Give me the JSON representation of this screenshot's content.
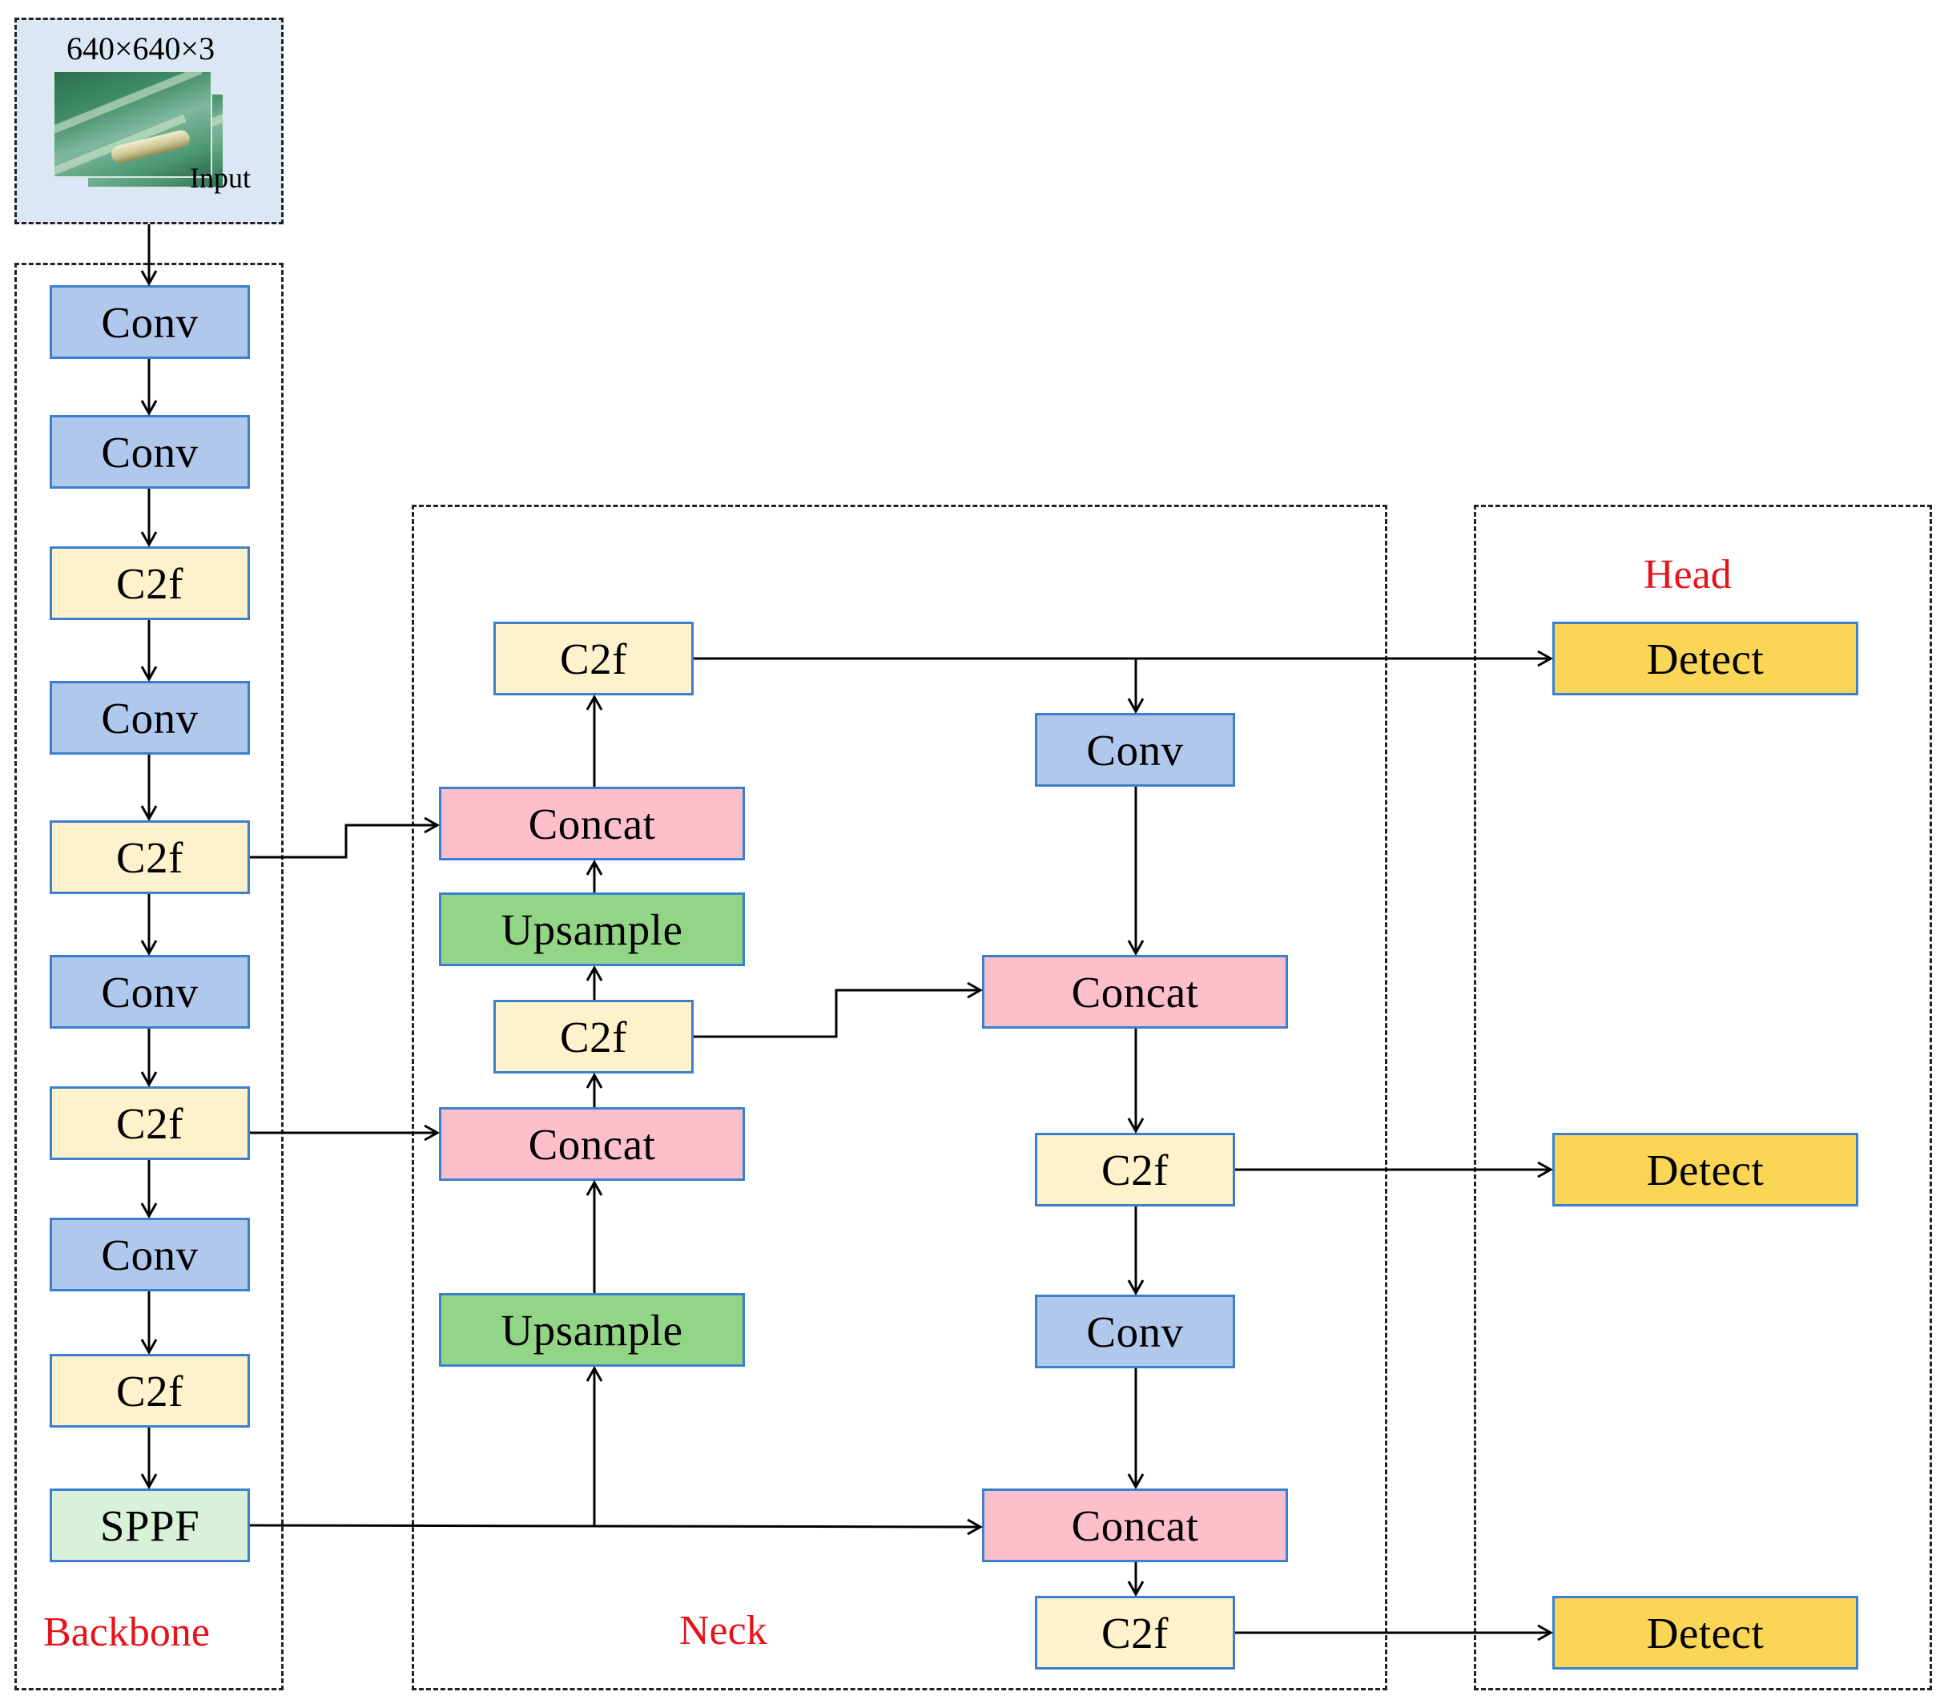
{
  "input": {
    "dims": "640×640×3",
    "label": "Input"
  },
  "sections": {
    "backbone": "Backbone",
    "neck": "Neck",
    "head": "Head"
  },
  "backbone": {
    "conv1": "Conv",
    "conv2": "Conv",
    "c2f1": "C2f",
    "conv3": "Conv",
    "c2f2": "C2f",
    "conv4": "Conv",
    "c2f3": "C2f",
    "conv5": "Conv",
    "c2f4": "C2f",
    "sppf": "SPPF"
  },
  "neck": {
    "c2f_top": "C2f",
    "concat_top": "Concat",
    "upsample_top": "Upsample",
    "c2f_mid": "C2f",
    "concat_mid": "Concat",
    "upsample_bottom": "Upsample",
    "conv_right1": "Conv",
    "concat_right1": "Concat",
    "c2f_right1": "C2f",
    "conv_right2": "Conv",
    "concat_right2": "Concat",
    "c2f_right2": "C2f"
  },
  "head": {
    "detect1": "Detect",
    "detect2": "Detect",
    "detect3": "Detect"
  },
  "colors": {
    "conv": "#b0c8ec",
    "c2f": "#fef2cc",
    "concat": "#fcbfcb",
    "upsample": "#93d587",
    "sppf": "#d9f1d9",
    "detect": "#fbd555",
    "border": "#3b7fd0",
    "label": "#e5141b"
  }
}
